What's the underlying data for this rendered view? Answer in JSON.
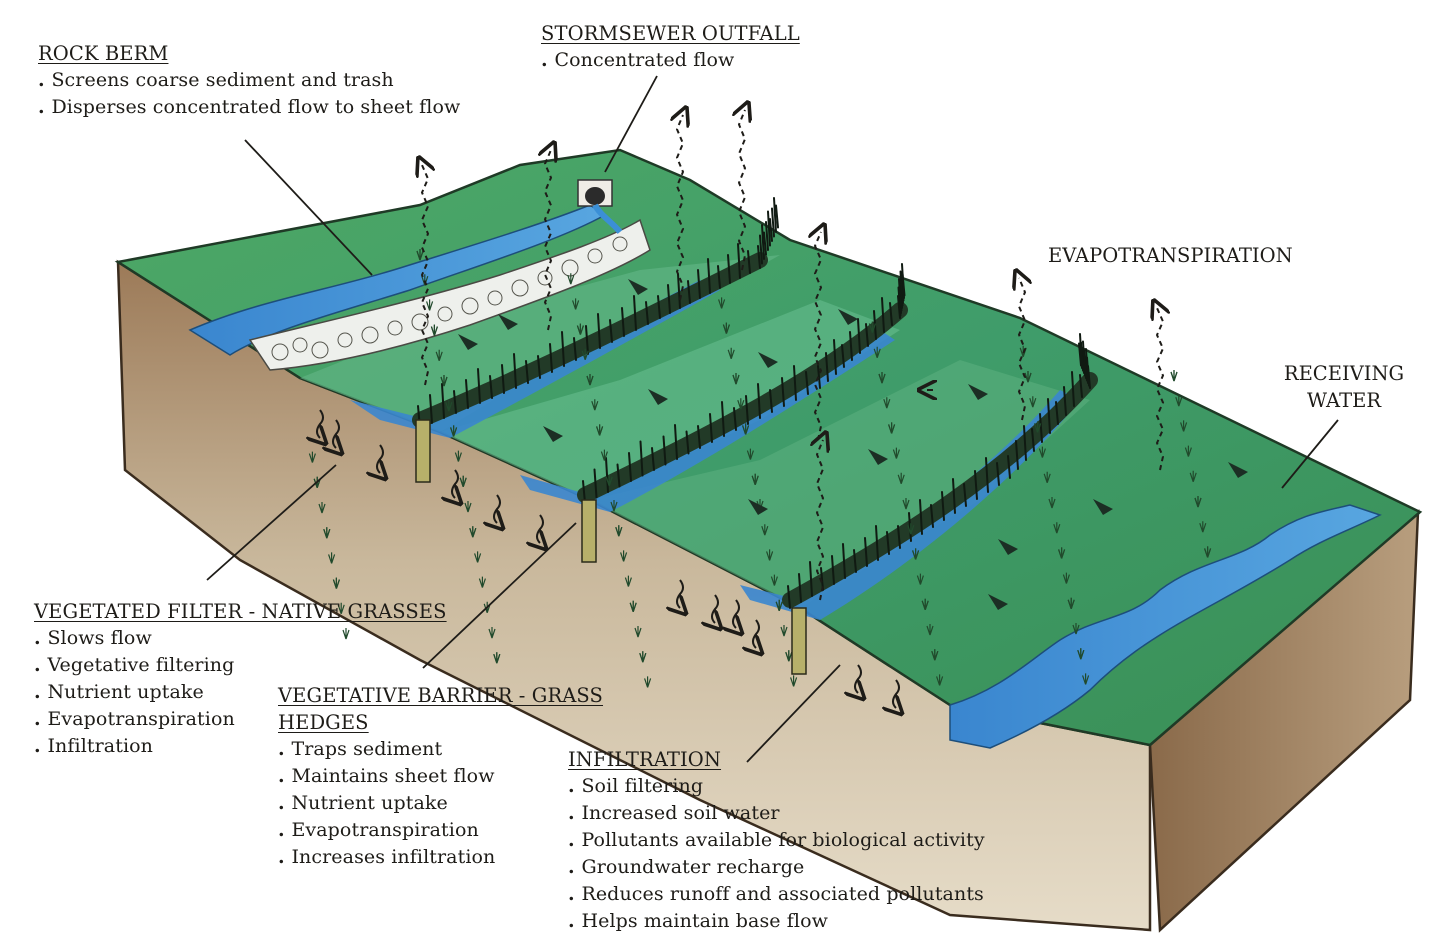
{
  "labels": {
    "rock_berm": {
      "title": "ROCK BERM",
      "items": [
        "Screens coarse sediment and trash",
        "Disperses concentrated flow to sheet flow"
      ]
    },
    "stormsewer": {
      "title": "STORMSEWER OUTFALL",
      "items": [
        "Concentrated flow"
      ]
    },
    "evapotranspiration": "EVAPOTRANSPIRATION",
    "receiving_water": [
      "RECEIVING",
      "WATER"
    ],
    "vegetated_filter": {
      "title": "VEGETATED FILTER - NATIVE GRASSES",
      "items": [
        "Slows flow",
        "Vegetative filtering",
        "Nutrient uptake",
        "Evapotranspiration",
        "Infiltration"
      ]
    },
    "vegetative_barrier": {
      "title_line1": "VEGETATIVE BARRIER - GRASS",
      "title_line2": "HEDGES",
      "items": [
        "Traps sediment",
        "Maintains sheet flow",
        "Nutrient uptake",
        "Evapotranspiration",
        "Increases infiltration"
      ]
    },
    "infiltration": {
      "title": "INFILTRATION",
      "items": [
        "Soil filtering",
        "Increased soil water",
        "Pollutants available for biological activity",
        "Groundwater recharge",
        "Reduces runoff and associated pollutants",
        "Helps maintain base flow"
      ]
    }
  },
  "colors": {
    "grass": "#3f9a5a",
    "grass_dark": "#2c6a3e",
    "water": "#3b8fd6",
    "soil": "#cbbba0",
    "soil_dark": "#8a6c4c",
    "hedge": "#1e2a1e",
    "ink": "#1e1c18"
  }
}
